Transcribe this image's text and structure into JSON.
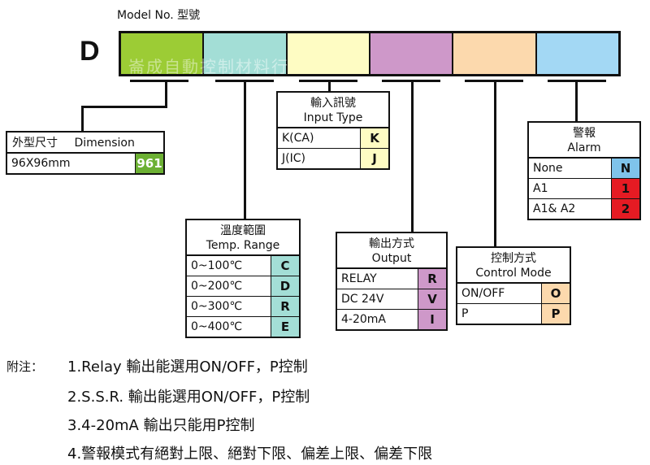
{
  "model_label": "Model No. 型號",
  "prefix": "D",
  "watermark": "崙成自動控制材料行",
  "segment_colors": [
    "#9ccc35",
    "#a3ded6",
    "#fefcc3",
    "#ce98c9",
    "#fcd9ad",
    "#a3d8f4"
  ],
  "tables": {
    "dimension": {
      "title_cn": "外型尺寸",
      "title_en": "Dimension",
      "rows": [
        {
          "label": "96X96mm",
          "code": "961",
          "color": "#6cb033",
          "text_color": "#ffffff"
        }
      ]
    },
    "input_type": {
      "title_cn": "輸入訊號",
      "title_en": "Input Type",
      "rows": [
        {
          "label": "K(CA)",
          "code": "K",
          "color": "#fefcc3",
          "text_color": "#111111"
        },
        {
          "label": "J(IC)",
          "code": "J",
          "color": "#fefcc3",
          "text_color": "#111111"
        }
      ]
    },
    "temp_range": {
      "title_cn": "溫度範圍",
      "title_en": "Temp. Range",
      "rows": [
        {
          "label": "0~100℃",
          "code": "C",
          "color": "#a3ded6",
          "text_color": "#111111"
        },
        {
          "label": "0~200℃",
          "code": "D",
          "color": "#a3ded6",
          "text_color": "#111111"
        },
        {
          "label": "0~300℃",
          "code": "R",
          "color": "#a3ded6",
          "text_color": "#111111"
        },
        {
          "label": "0~400℃",
          "code": "E",
          "color": "#a3ded6",
          "text_color": "#111111"
        }
      ]
    },
    "output": {
      "title_cn": "輸出方式",
      "title_en": "Output",
      "rows": [
        {
          "label": "RELAY",
          "code": "R",
          "color": "#ce98c9",
          "text_color": "#111111"
        },
        {
          "label": "DC 24V",
          "code": "V",
          "color": "#ce98c9",
          "text_color": "#111111"
        },
        {
          "label": "4-20mA",
          "code": "I",
          "color": "#ce98c9",
          "text_color": "#111111"
        }
      ]
    },
    "control_mode": {
      "title_cn": "控制方式",
      "title_en": "Control Mode",
      "rows": [
        {
          "label": "ON/OFF",
          "code": "O",
          "color": "#fcd9ad",
          "text_color": "#111111"
        },
        {
          "label": "P",
          "code": "P",
          "color": "#fcd9ad",
          "text_color": "#111111"
        }
      ]
    },
    "alarm": {
      "title_cn": "警報",
      "title_en": "Alarm",
      "rows": [
        {
          "label": "None",
          "code": "N",
          "color": "#7fc3ea",
          "text_color": "#111111"
        },
        {
          "label": "A1",
          "code": "1",
          "color": "#e51b23",
          "text_color": "#111111"
        },
        {
          "label": "A1& A2",
          "code": "2",
          "color": "#e51b23",
          "text_color": "#111111"
        }
      ]
    }
  },
  "notes_prefix": "附注：",
  "notes": [
    "1.Relay 輸出能選用ON/OFF，P控制",
    "2.S.S.R. 輸出能選用ON/OFF，P控制",
    "3.4-20mA 輸出只能用P控制",
    "4.警報模式有絕對上限、絕對下限、偏差上限、偏差下限"
  ]
}
